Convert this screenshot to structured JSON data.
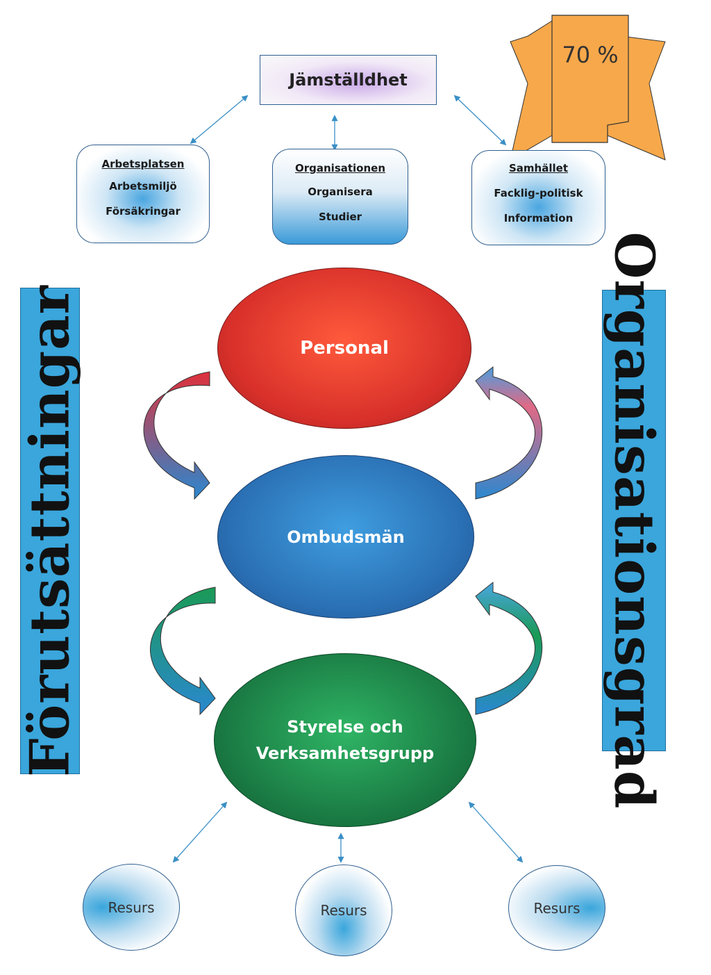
{
  "top": {
    "title": "Jämställdhet",
    "badge": "70 %"
  },
  "boxes": [
    {
      "title": "Arbetsplatsen",
      "lines": [
        "Arbetsmiljö",
        "Försäkringar"
      ]
    },
    {
      "title": "Organisationen",
      "lines": [
        "Organisera",
        "Studier"
      ]
    },
    {
      "title": "Samhället",
      "lines": [
        "Facklig-politisk",
        "Information"
      ]
    }
  ],
  "center": {
    "personal": "Personal",
    "ombudsman": "Ombudsmän",
    "styrelse_line1": "Styrelse och",
    "styrelse_line2": "Verksamhetsgrupp"
  },
  "resources": [
    "Resurs",
    "Resurs",
    "Resurs"
  ],
  "sidebars": {
    "left": "Förutsättningar",
    "right": "Organisationsgrad"
  },
  "colors": {
    "accent_blue": "#3aa6dc",
    "badge_orange": "#f7a84a",
    "personal_red": "#e03a2e",
    "ombudsman_blue": "#2e7fc4",
    "styrelse_green": "#1f8a4a"
  }
}
